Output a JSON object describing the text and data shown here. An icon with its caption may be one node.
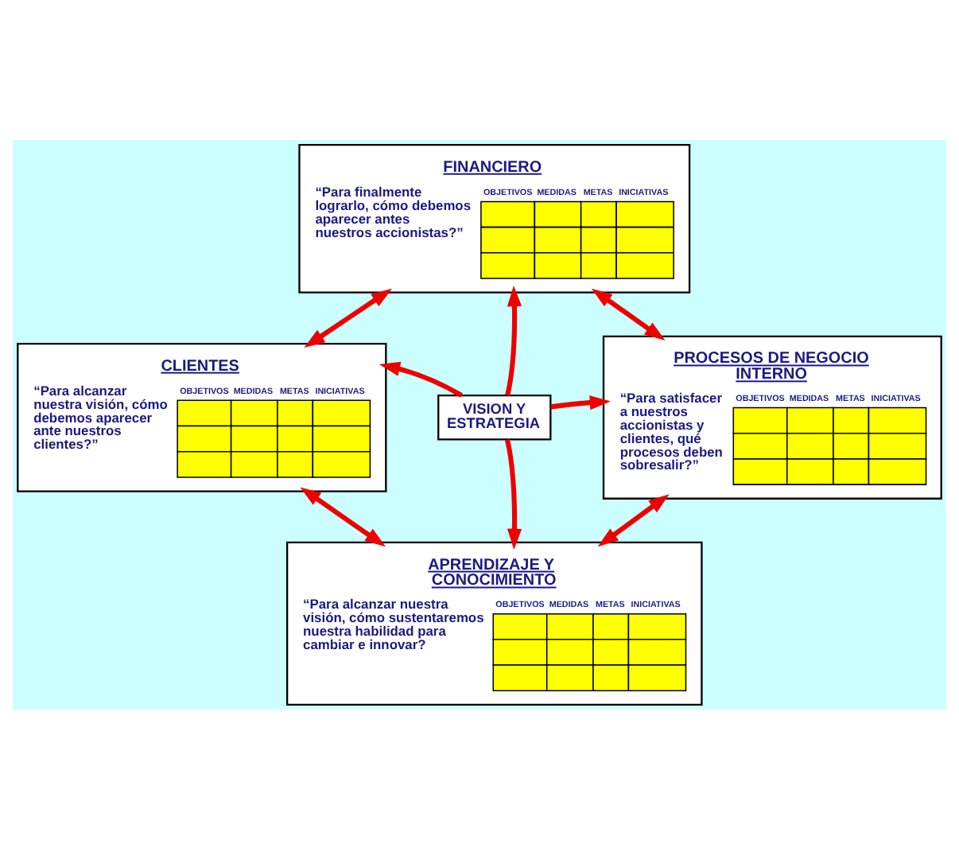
{
  "diagram": {
    "nodes": [
      {
        "text": [
          "FINANCIERO",
          "“Para finalmente lograrlo, cómo debemos aparecer antes nuestros accionistas?”",
          "OBJETIVOS",
          "MEDIDAS",
          "METAS",
          "INICIATIVAS"
        ]
      },
      {
        "text": [
          "PROCESOS DE NEGOCIO INTERNO",
          "“Para satisfacer a nuestros accionistas y clientes, qué procesos deben sobresalir?”",
          "OBJETIVOS",
          "MEDIDAS",
          "METAS",
          "INICIATIVAS"
        ]
      },
      {
        "text": [
          "CLIENTES",
          "“Para alcanzar nuestra visión, cómo debemos aparecer ante nuestros clientes?”",
          "OBJETIVOS",
          "MEDIDAS",
          "METAS",
          "INICIATIVAS"
        ]
      },
      {
        "text": [
          "VISION Y ESTRATEGIA"
        ]
      },
      {
        "text": [
          "APRENDIZAJE Y CONOCIMIENTO",
          "“Para alcanzar nuestra visión, cómo sustentaremos nuestra habilidad para cambiar e innovar?",
          "OBJETIVOS",
          "MEDIDAS",
          "METAS",
          "INICIATIVAS"
        ]
      }
    ],
    "edges": [
      {
        "from": 3,
        "to": 0,
        "arrow": "to"
      },
      {
        "from": 3,
        "to": 2,
        "arrow": "to"
      },
      {
        "from": 3,
        "to": 1,
        "arrow": "to"
      },
      {
        "from": 3,
        "to": 4,
        "arrow": "to"
      },
      {
        "from": 0,
        "to": 1,
        "arrow": "both"
      },
      {
        "from": 2,
        "to": 0,
        "arrow": "both"
      },
      {
        "from": 1,
        "to": 4,
        "arrow": "both"
      },
      {
        "from": 4,
        "to": 2,
        "arrow": "both"
      }
    ]
  }
}
